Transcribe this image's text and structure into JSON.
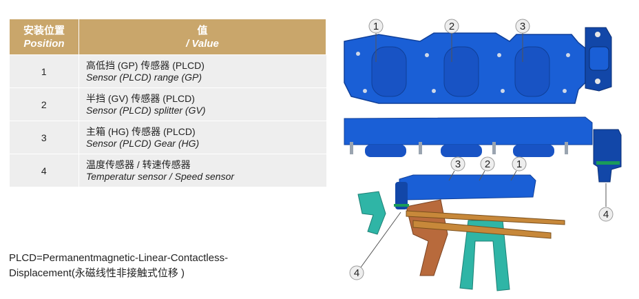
{
  "table": {
    "header": {
      "position_cn": "安装位置",
      "position_en": "Position",
      "value_cn": "值",
      "value_en": "/ Value"
    },
    "rows": [
      {
        "pos": "1",
        "cn": "高低挡 (GP) 传感器 (PLCD)",
        "en": "Sensor (PLCD) range (GP)"
      },
      {
        "pos": "2",
        "cn": "半挡 (GV) 传感器 (PLCD)",
        "en": "Sensor (PLCD) splitter (GV)"
      },
      {
        "pos": "3",
        "cn": "主箱 (HG) 传感器 (PLCD)",
        "en": "Sensor (PLCD) Gear (HG)"
      },
      {
        "pos": "4",
        "cn": "温度传感器 / 转速传感器",
        "en": "Temperatur sensor / Speed sensor"
      }
    ]
  },
  "note": {
    "line1": "PLCD=Permanentmagnetic-Linear-Contactless-",
    "line2": "Displacement(永磁线性非接触式位移 )"
  },
  "callouts": {
    "top_1": "1",
    "top_2": "2",
    "top_3": "3",
    "mid_3": "3",
    "mid_2": "2",
    "mid_1": "1",
    "right_4": "4",
    "bottom_4": "4"
  },
  "colors": {
    "header_bg": "#c9a66b",
    "row_bg": "#eeeeee",
    "module_blue": "#1a5fd6",
    "dark_blue": "#1247a8",
    "fork_teal": "#2fb5a6",
    "fork_copper": "#b86a3c",
    "rail_orange": "#c7883a"
  }
}
